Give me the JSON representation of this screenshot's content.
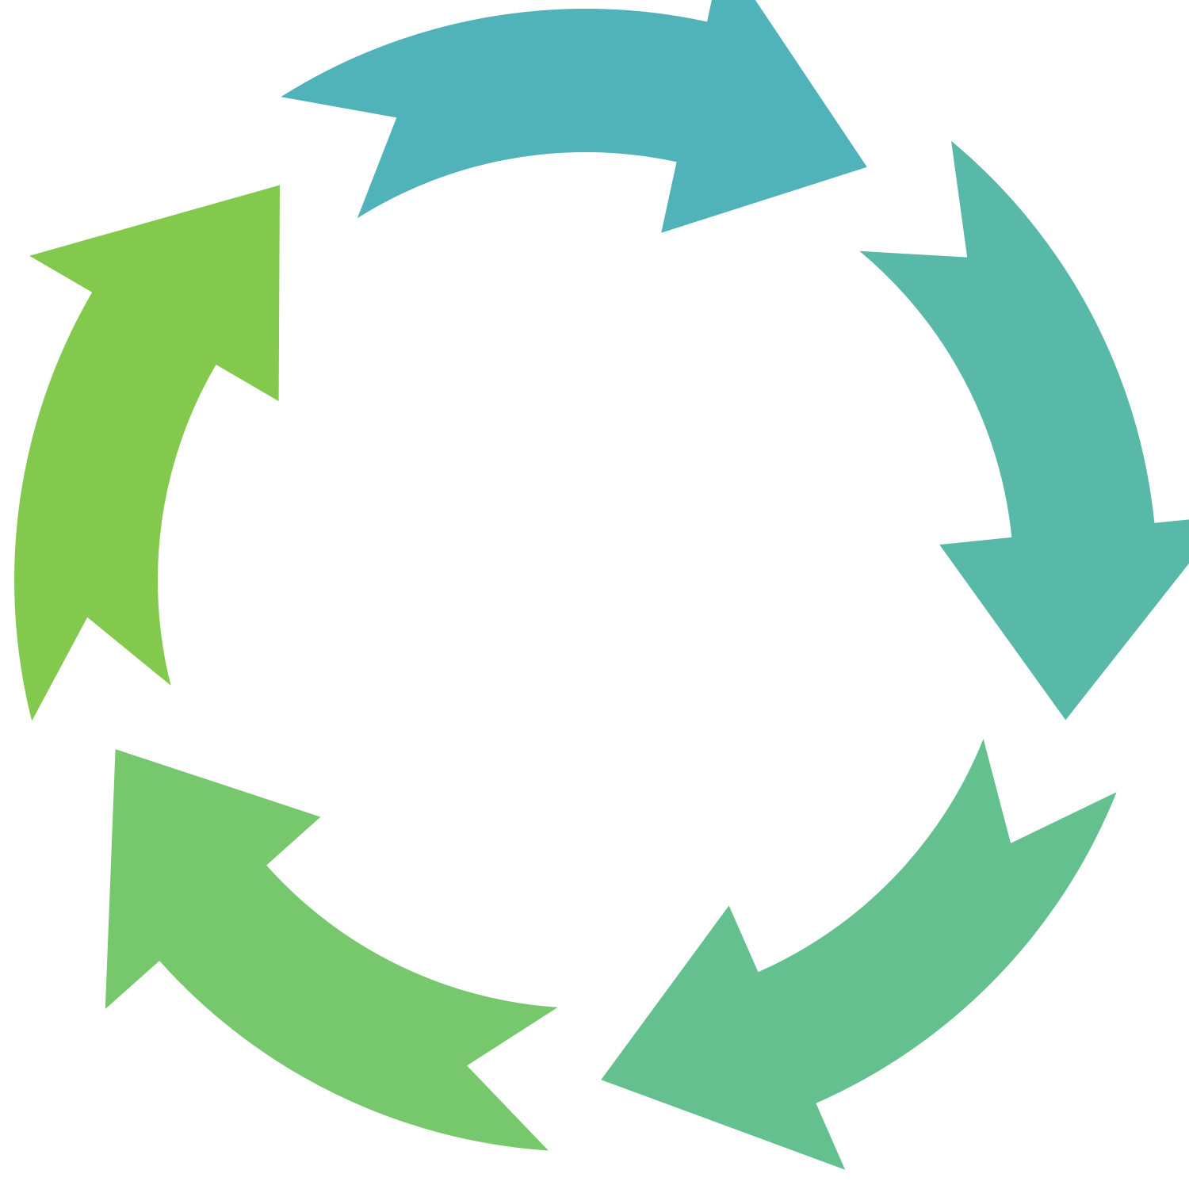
{
  "diagram": {
    "type": "cycle",
    "direction": "clockwise",
    "segments": [
      {
        "id": "segment-1",
        "color": "#50b3b9"
      },
      {
        "id": "segment-2",
        "color": "#59b9a8"
      },
      {
        "id": "segment-3",
        "color": "#65c08f"
      },
      {
        "id": "segment-4",
        "color": "#77c76d"
      },
      {
        "id": "segment-5",
        "color": "#82c94e"
      }
    ]
  }
}
